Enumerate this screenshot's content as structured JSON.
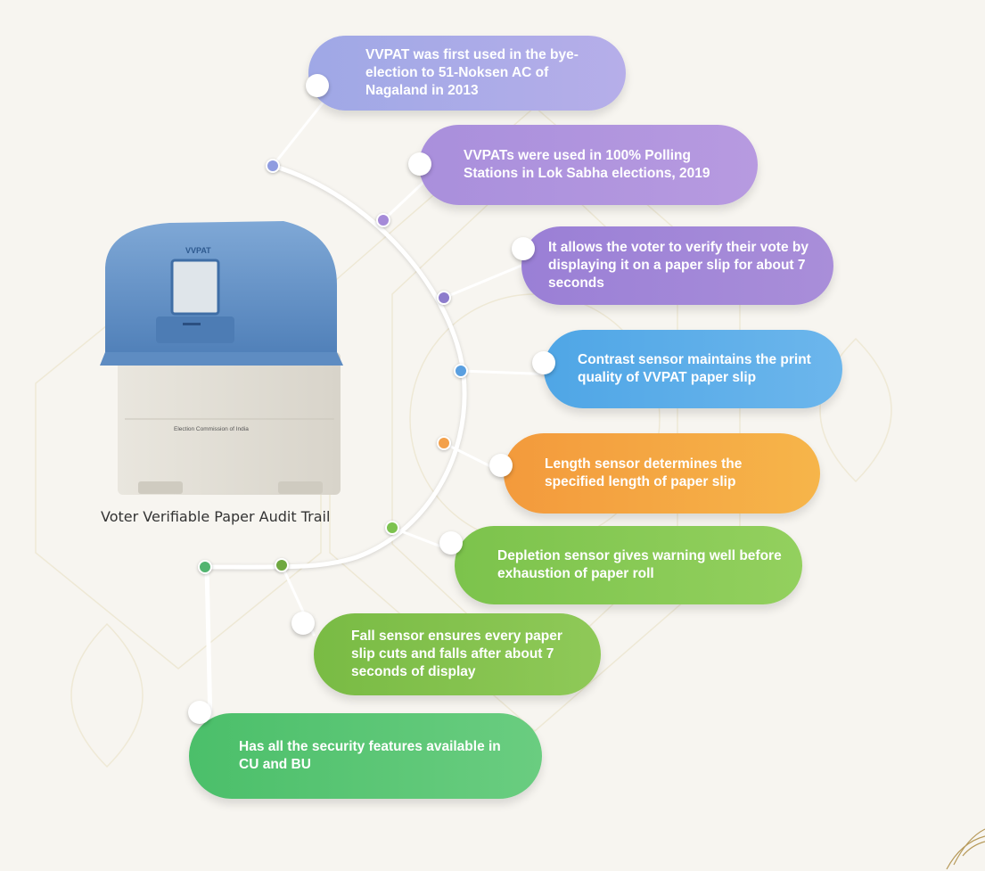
{
  "caption": "Voter Verifiable Paper Audit Trail",
  "machine": {
    "top_label": "VVPAT",
    "body_label": "Election Commission of India"
  },
  "nodes": [
    {
      "text": "VVPAT was first used in the bye-election to 51-Noksen AC of Nagaland in 2013",
      "color_start": "#9fa8e6",
      "color_end": "#b6aee9",
      "dot_color": "#8f9ce0"
    },
    {
      "text": "VVPATs were used in 100% Polling Stations in Lok Sabha elections, 2019",
      "color_start": "#a98fdc",
      "color_end": "#b79ae0",
      "dot_color": "#a58ad8"
    },
    {
      "text": "It allows the voter to verify their vote by displaying it on a paper slip for about 7 seconds",
      "color_start": "#9a7fd6",
      "color_end": "#a98ed9",
      "dot_color": "#8d7ccc"
    },
    {
      "text": "Contrast sensor maintains the print quality of VVPAT paper slip",
      "color_start": "#4fa6e6",
      "color_end": "#6cb6ec",
      "dot_color": "#5a9fe0"
    },
    {
      "text": "Length sensor determines the specified length of paper slip",
      "color_start": "#f39a3c",
      "color_end": "#f6b54a",
      "dot_color": "#f3a04a"
    },
    {
      "text": "Depletion sensor gives warning well before exhaustion of paper roll",
      "color_start": "#7cc34c",
      "color_end": "#93d05e",
      "dot_color": "#7cc24f"
    },
    {
      "text": "Fall sensor ensures every paper slip cuts and falls after about 7 seconds of display",
      "color_start": "#79bb44",
      "color_end": "#8fc958",
      "dot_color": "#6fa840"
    },
    {
      "text": "Has all the security features available in CU and BU",
      "color_start": "#4bbf6a",
      "color_end": "#6acd80",
      "dot_color": "#52b470"
    }
  ]
}
